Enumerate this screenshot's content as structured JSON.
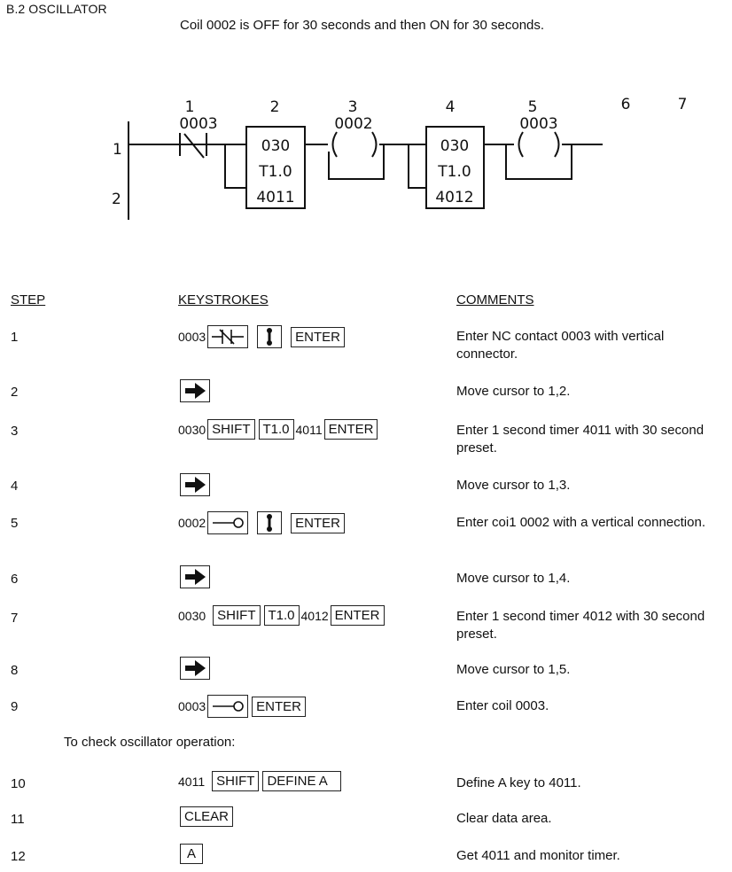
{
  "section_title": "B.2  OSCILLATOR",
  "subtitle": "Coil 0002 is OFF for 30 seconds and then ON for 30 seconds.",
  "ladder": {
    "column_numbers": [
      "1",
      "2",
      "3",
      "4",
      "5",
      "6",
      "7"
    ],
    "row_numbers": [
      "1",
      "2"
    ],
    "contact_address": "0003",
    "timer1": {
      "preset": "030",
      "base": "T1.0",
      "address": "4011"
    },
    "coil1_address": "0002",
    "timer2": {
      "preset": "030",
      "base": "T1.0",
      "address": "4012"
    },
    "coil2_address": "0003"
  },
  "table": {
    "headers": {
      "step": "STEP",
      "keystrokes": "KEYSTROKES",
      "comments": "COMMENTS"
    },
    "rows": [
      {
        "step": "1",
        "k1": "0003",
        "k_enter": "ENTER",
        "comment": "Enter NC contact 0003 with vertical connector."
      },
      {
        "step": "2",
        "comment": "Move cursor to 1,2."
      },
      {
        "step": "3",
        "k1": "0030",
        "k_shift": "SHIFT",
        "k_t": "T1.0",
        "k2": "4011",
        "k_enter": "ENTER",
        "comment": "Enter 1 second timer 4011 with 30 second preset."
      },
      {
        "step": "4",
        "comment": "Move cursor to 1,3."
      },
      {
        "step": "5",
        "k1": "0002",
        "k_enter": "ENTER",
        "comment": "Enter coi1 0002 with a vertical connection."
      },
      {
        "step": "6",
        "comment": "Move cursor to 1,4."
      },
      {
        "step": "7",
        "k1": "0030",
        "k_shift": "SHIFT",
        "k_t": "T1.0",
        "k2": "4012",
        "k_enter": "ENTER",
        "comment": "Enter 1 second timer 4012 with 30 second preset."
      },
      {
        "step": "8",
        "comment": "Move cursor to 1,5."
      },
      {
        "step": "9",
        "k1": "0003",
        "k_enter": "ENTER",
        "comment": "Enter coil 0003."
      },
      {
        "step": "10",
        "k1": "4011",
        "k_shift": "SHIFT",
        "k_define": "DEFINE A",
        "comment": "Define A key to 4011."
      },
      {
        "step": "11",
        "k_clear": "CLEAR",
        "comment": "Clear data area."
      },
      {
        "step": "12",
        "k_a": "A",
        "comment": "Get 4011 and monitor timer."
      }
    ],
    "check_note": "To check oscillator operation:"
  }
}
